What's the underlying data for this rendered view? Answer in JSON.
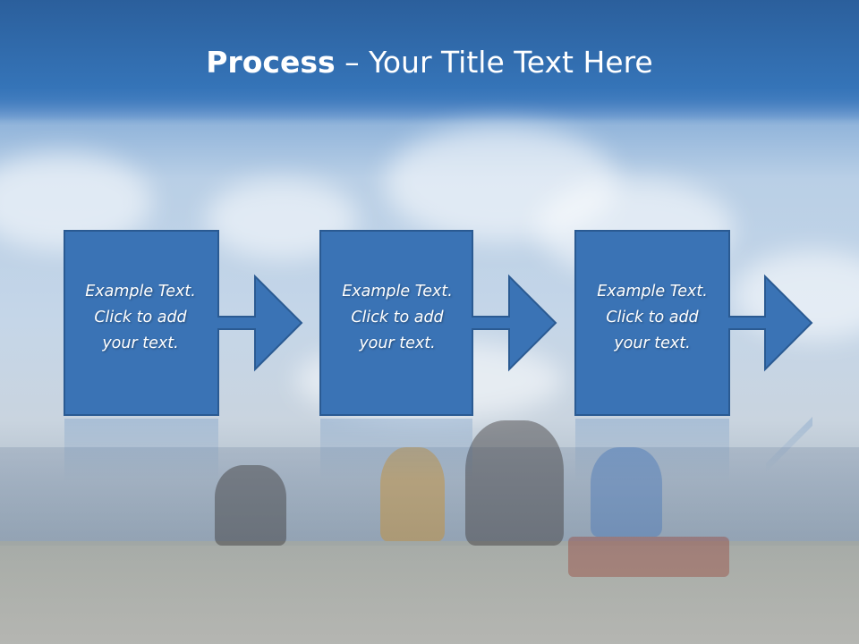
{
  "slide": {
    "title_bold": "Process",
    "title_rest": " – Your Title Text Here",
    "steps": [
      {
        "lines": [
          "Example Text.",
          "Click  to add",
          "your text."
        ]
      },
      {
        "lines": [
          "Example Text.",
          "Click  to add",
          "your text."
        ]
      },
      {
        "lines": [
          "Example Text.",
          "Click  to add",
          "your text."
        ]
      }
    ]
  },
  "colors": {
    "step_fill": "#3a73b5",
    "step_border": "#2a5a92",
    "title_band": "#3574b8"
  }
}
